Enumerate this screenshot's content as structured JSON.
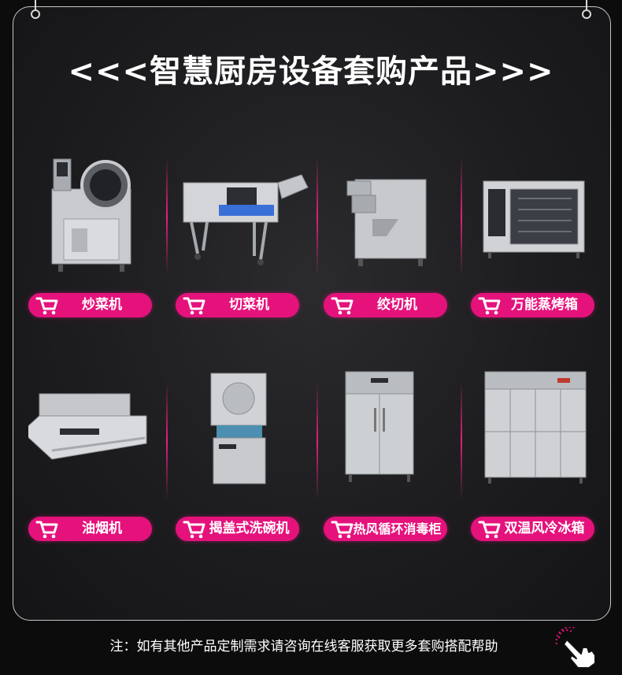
{
  "title": "<<<智慧厨房设备套购产品>>>",
  "products": [
    {
      "label": "炒菜机",
      "icon": "stir-fry-machine-icon"
    },
    {
      "label": "切菜机",
      "icon": "vegetable-cutter-icon"
    },
    {
      "label": "绞切机",
      "icon": "meat-grinder-icon"
    },
    {
      "label": "万能蒸烤箱",
      "icon": "combi-oven-icon"
    },
    {
      "label": "油烟机",
      "icon": "range-hood-icon"
    },
    {
      "label": "揭盖式洗碗机",
      "icon": "hood-dishwasher-icon"
    },
    {
      "label": "热风循环消毒柜",
      "icon": "disinfection-cabinet-icon"
    },
    {
      "label": "双温风冷冰箱",
      "icon": "dual-temp-fridge-icon"
    }
  ],
  "footer_note": "注：如有其他产品定制需求请咨询在线客服获取更多套购搭配帮助",
  "colors": {
    "accent": "#e5127c",
    "background": "#0c0c0d",
    "text": "#ffffff"
  }
}
